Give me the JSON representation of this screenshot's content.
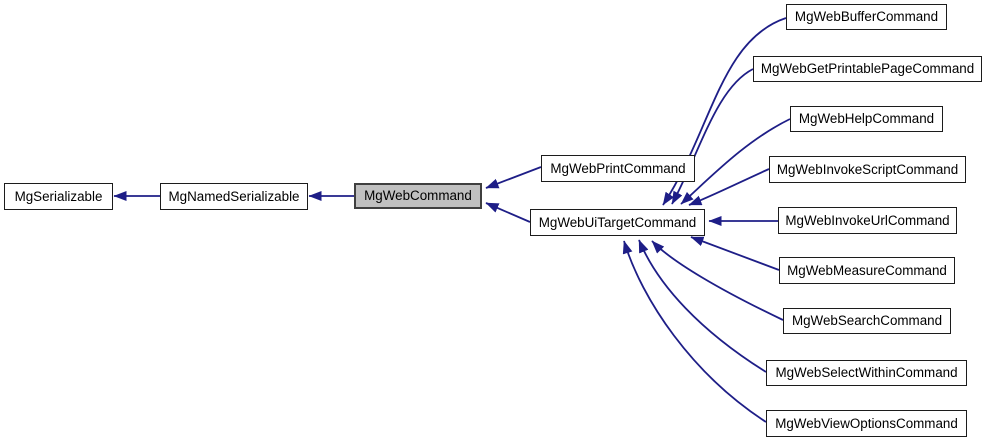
{
  "diagram": {
    "kind": "class-inheritance-graph",
    "highlighted_node": "MgWebCommand",
    "colors": {
      "arrow": "#1e1e87",
      "node_border": "#1c1c1c",
      "node_fill": "#ffffff",
      "highlighted_fill": "#c0c0c0",
      "highlighted_border": "#3f3f3f",
      "text": "#000000",
      "background": "#ffffff"
    },
    "nodes": [
      {
        "id": "MgSerializable",
        "label": "MgSerializable",
        "highlighted": false
      },
      {
        "id": "MgNamedSerializable",
        "label": "MgNamedSerializable",
        "highlighted": false
      },
      {
        "id": "MgWebCommand",
        "label": "MgWebCommand",
        "highlighted": true
      },
      {
        "id": "MgWebPrintCommand",
        "label": "MgWebPrintCommand",
        "highlighted": false
      },
      {
        "id": "MgWebUiTargetCommand",
        "label": "MgWebUiTargetCommand",
        "highlighted": false
      },
      {
        "id": "MgWebBufferCommand",
        "label": "MgWebBufferCommand",
        "highlighted": false
      },
      {
        "id": "MgWebGetPrintablePageCommand",
        "label": "MgWebGetPrintablePageCommand",
        "highlighted": false
      },
      {
        "id": "MgWebHelpCommand",
        "label": "MgWebHelpCommand",
        "highlighted": false
      },
      {
        "id": "MgWebInvokeScriptCommand",
        "label": "MgWebInvokeScriptCommand",
        "highlighted": false
      },
      {
        "id": "MgWebInvokeUrlCommand",
        "label": "MgWebInvokeUrlCommand",
        "highlighted": false
      },
      {
        "id": "MgWebMeasureCommand",
        "label": "MgWebMeasureCommand",
        "highlighted": false
      },
      {
        "id": "MgWebSearchCommand",
        "label": "MgWebSearchCommand",
        "highlighted": false
      },
      {
        "id": "MgWebSelectWithinCommand",
        "label": "MgWebSelectWithinCommand",
        "highlighted": false
      },
      {
        "id": "MgWebViewOptionsCommand",
        "label": "MgWebViewOptionsCommand",
        "highlighted": false
      }
    ],
    "edges": [
      {
        "from": "MgNamedSerializable",
        "to": "MgSerializable"
      },
      {
        "from": "MgWebCommand",
        "to": "MgNamedSerializable"
      },
      {
        "from": "MgWebPrintCommand",
        "to": "MgWebCommand"
      },
      {
        "from": "MgWebUiTargetCommand",
        "to": "MgWebCommand"
      },
      {
        "from": "MgWebBufferCommand",
        "to": "MgWebUiTargetCommand"
      },
      {
        "from": "MgWebGetPrintablePageCommand",
        "to": "MgWebUiTargetCommand"
      },
      {
        "from": "MgWebHelpCommand",
        "to": "MgWebUiTargetCommand"
      },
      {
        "from": "MgWebInvokeScriptCommand",
        "to": "MgWebUiTargetCommand"
      },
      {
        "from": "MgWebInvokeUrlCommand",
        "to": "MgWebUiTargetCommand"
      },
      {
        "from": "MgWebMeasureCommand",
        "to": "MgWebUiTargetCommand"
      },
      {
        "from": "MgWebSearchCommand",
        "to": "MgWebUiTargetCommand"
      },
      {
        "from": "MgWebSelectWithinCommand",
        "to": "MgWebUiTargetCommand"
      },
      {
        "from": "MgWebViewOptionsCommand",
        "to": "MgWebUiTargetCommand"
      }
    ]
  }
}
